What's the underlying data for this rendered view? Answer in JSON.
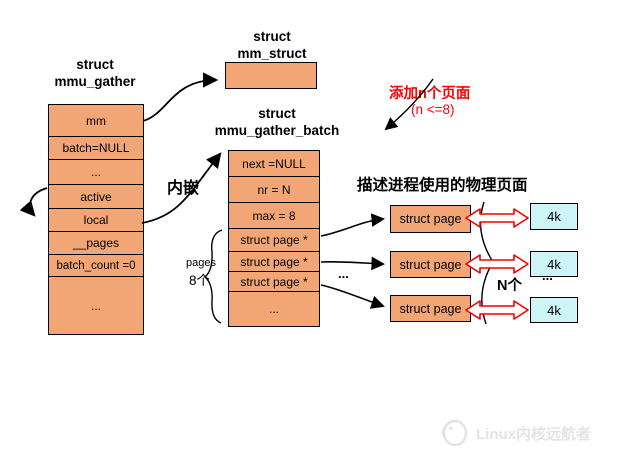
{
  "diagram": {
    "mmu_gather": {
      "title_line1": "struct",
      "title_line2": "mmu_gather",
      "fields": [
        "mm",
        "batch=NULL",
        "...",
        "active",
        "local",
        "__pages",
        "batch_count =0",
        "..."
      ]
    },
    "mm_struct": {
      "title_line1": "struct",
      "title_line2": "mm_struct"
    },
    "mmu_gather_batch": {
      "title_line1": "struct",
      "title_line2": "mmu_gather_batch",
      "fields": [
        "next =NULL",
        "nr = N",
        "max = 8",
        "struct page *",
        "struct page *",
        "struct page *",
        "..."
      ]
    },
    "labels": {
      "embed": "内嵌",
      "pages_word": "pages",
      "pages_count": "8个",
      "add_pages_line1": "添加n个页面",
      "add_pages_line2": "(n <=8)",
      "phys_pages_desc": "描述进程使用的物理页面",
      "n_count": "N个",
      "ellipsis_mid": "...",
      "ellipsis_right": "..."
    },
    "page_boxes": [
      "struct page",
      "struct page",
      "struct page"
    ],
    "page_frames": [
      "4k",
      "4k",
      "4k"
    ],
    "watermark": "Linux内核远航者",
    "colors": {
      "box_fill": "#F2A575",
      "frame_fill": "#CDF4F6",
      "accent_red": "#FF0000",
      "border": "#000000"
    }
  }
}
